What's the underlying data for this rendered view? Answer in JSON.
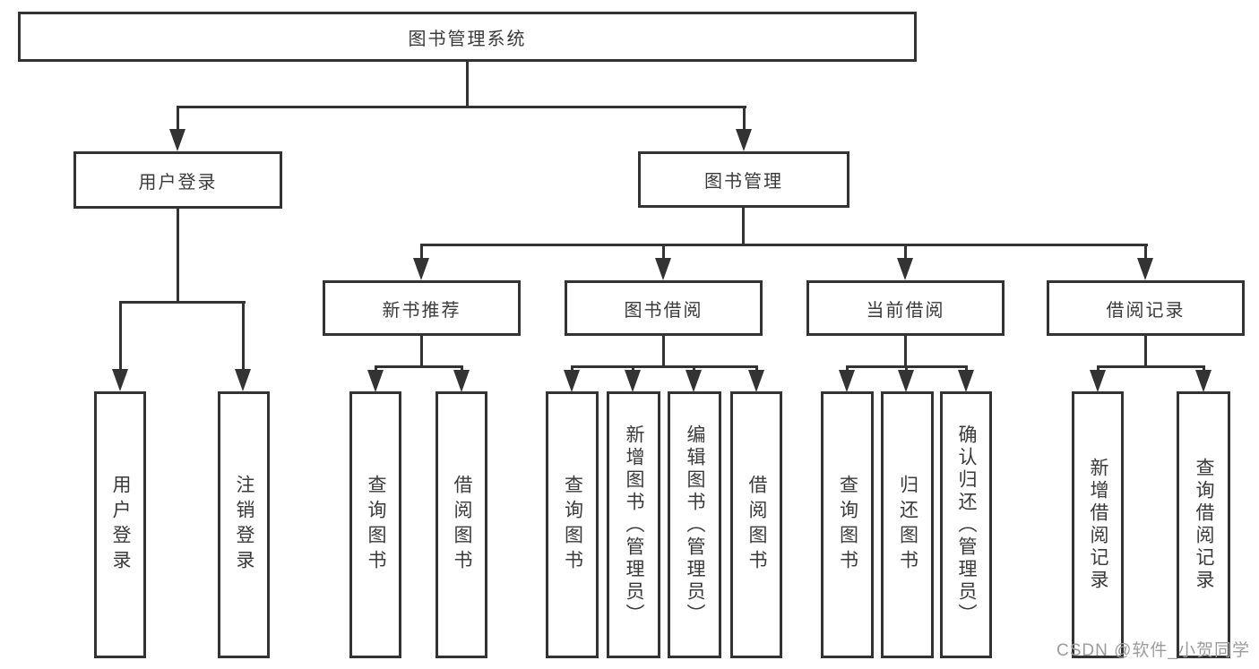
{
  "colors": {
    "line": "#333333",
    "text": "#3a3a3a",
    "background": "#ffffff",
    "watermark": "#9c9c9c"
  },
  "tree": {
    "label": "图书管理系统",
    "children": [
      {
        "label": "用户登录",
        "children": [
          {
            "label": "用户登录"
          },
          {
            "label": "注销登录"
          }
        ]
      },
      {
        "label": "图书管理",
        "children": [
          {
            "label": "新书推荐",
            "children": [
              {
                "label": "查询图书"
              },
              {
                "label": "借阅图书"
              }
            ]
          },
          {
            "label": "图书借阅",
            "children": [
              {
                "label": "查询图书"
              },
              {
                "label": "新增图书（管理员）"
              },
              {
                "label": "编辑图书（管理员）"
              },
              {
                "label": "借阅图书"
              }
            ]
          },
          {
            "label": "当前借阅",
            "children": [
              {
                "label": "查询图书"
              },
              {
                "label": "归还图书"
              },
              {
                "label": "确认归还（管理员）"
              }
            ]
          },
          {
            "label": "借阅记录",
            "children": [
              {
                "label": "新增借阅记录"
              },
              {
                "label": "查询借阅记录"
              }
            ]
          }
        ]
      }
    ]
  },
  "watermark": {
    "text": "CSDN @软件_小贺同学"
  }
}
